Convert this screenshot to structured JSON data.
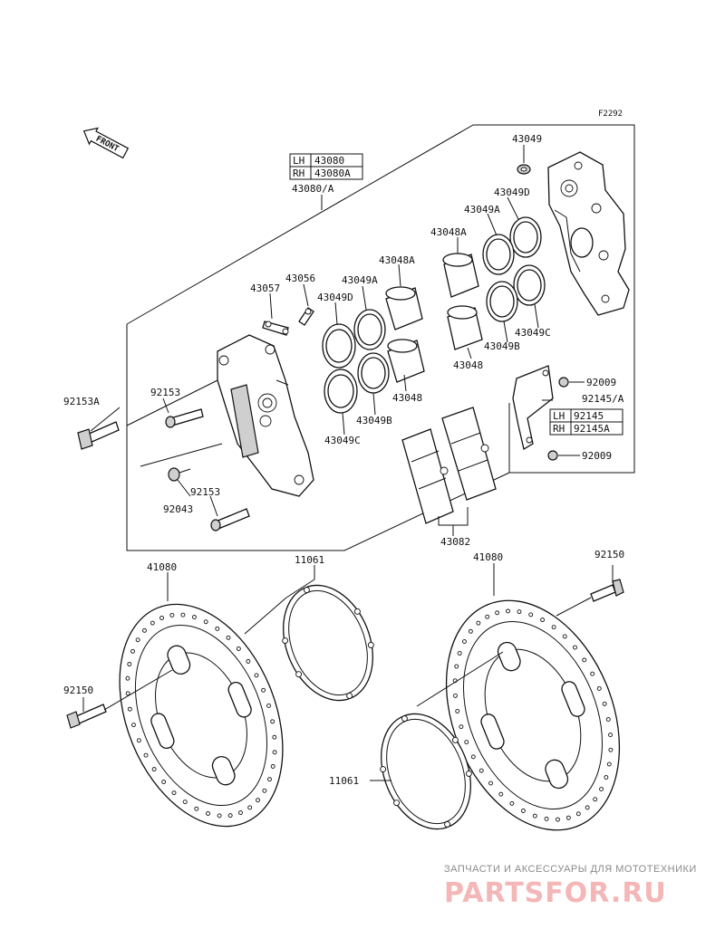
{
  "figure_id": "F2292",
  "front_label": "FRONT",
  "caliper_assembly": {
    "rows": [
      {
        "side": "LH",
        "part": "43080"
      },
      {
        "side": "RH",
        "part": "43080A"
      }
    ],
    "combined": "43080/A"
  },
  "bracket_assembly": {
    "label": "92145/A",
    "rows": [
      {
        "side": "LH",
        "part": "92145"
      },
      {
        "side": "RH",
        "part": "92145A"
      }
    ]
  },
  "labels": {
    "p43049": "43049",
    "p43049D_r": "43049D",
    "p43049A_r": "43049A",
    "p43048A_r": "43048A",
    "p43049C_r": "43049C",
    "p43049B_r": "43049B",
    "p43048_r": "43048",
    "p43048A_l": "43048A",
    "p43056": "43056",
    "p43057": "43057",
    "p43049A_l": "43049A",
    "p43049D_l": "43049D",
    "p43048_l": "43048",
    "p43049B_l": "43049B",
    "p43049C_l": "43049C",
    "p92153a": "92153",
    "p92153b": "92153",
    "p92153A": "92153A",
    "p92043": "92043",
    "p92009a": "92009",
    "p92009b": "92009",
    "p43082": "43082",
    "p41080_l": "41080",
    "p41080_r": "41080",
    "p11061_t": "11061",
    "p11061_b": "11061",
    "p92150_l": "92150",
    "p92150_r": "92150"
  },
  "watermark": {
    "subtitle": "ЗАПЧАСТИ И АКСЕССУАРЫ ДЛЯ МОТОТЕХНИКИ",
    "brand": "PARTSFOR.RU"
  }
}
